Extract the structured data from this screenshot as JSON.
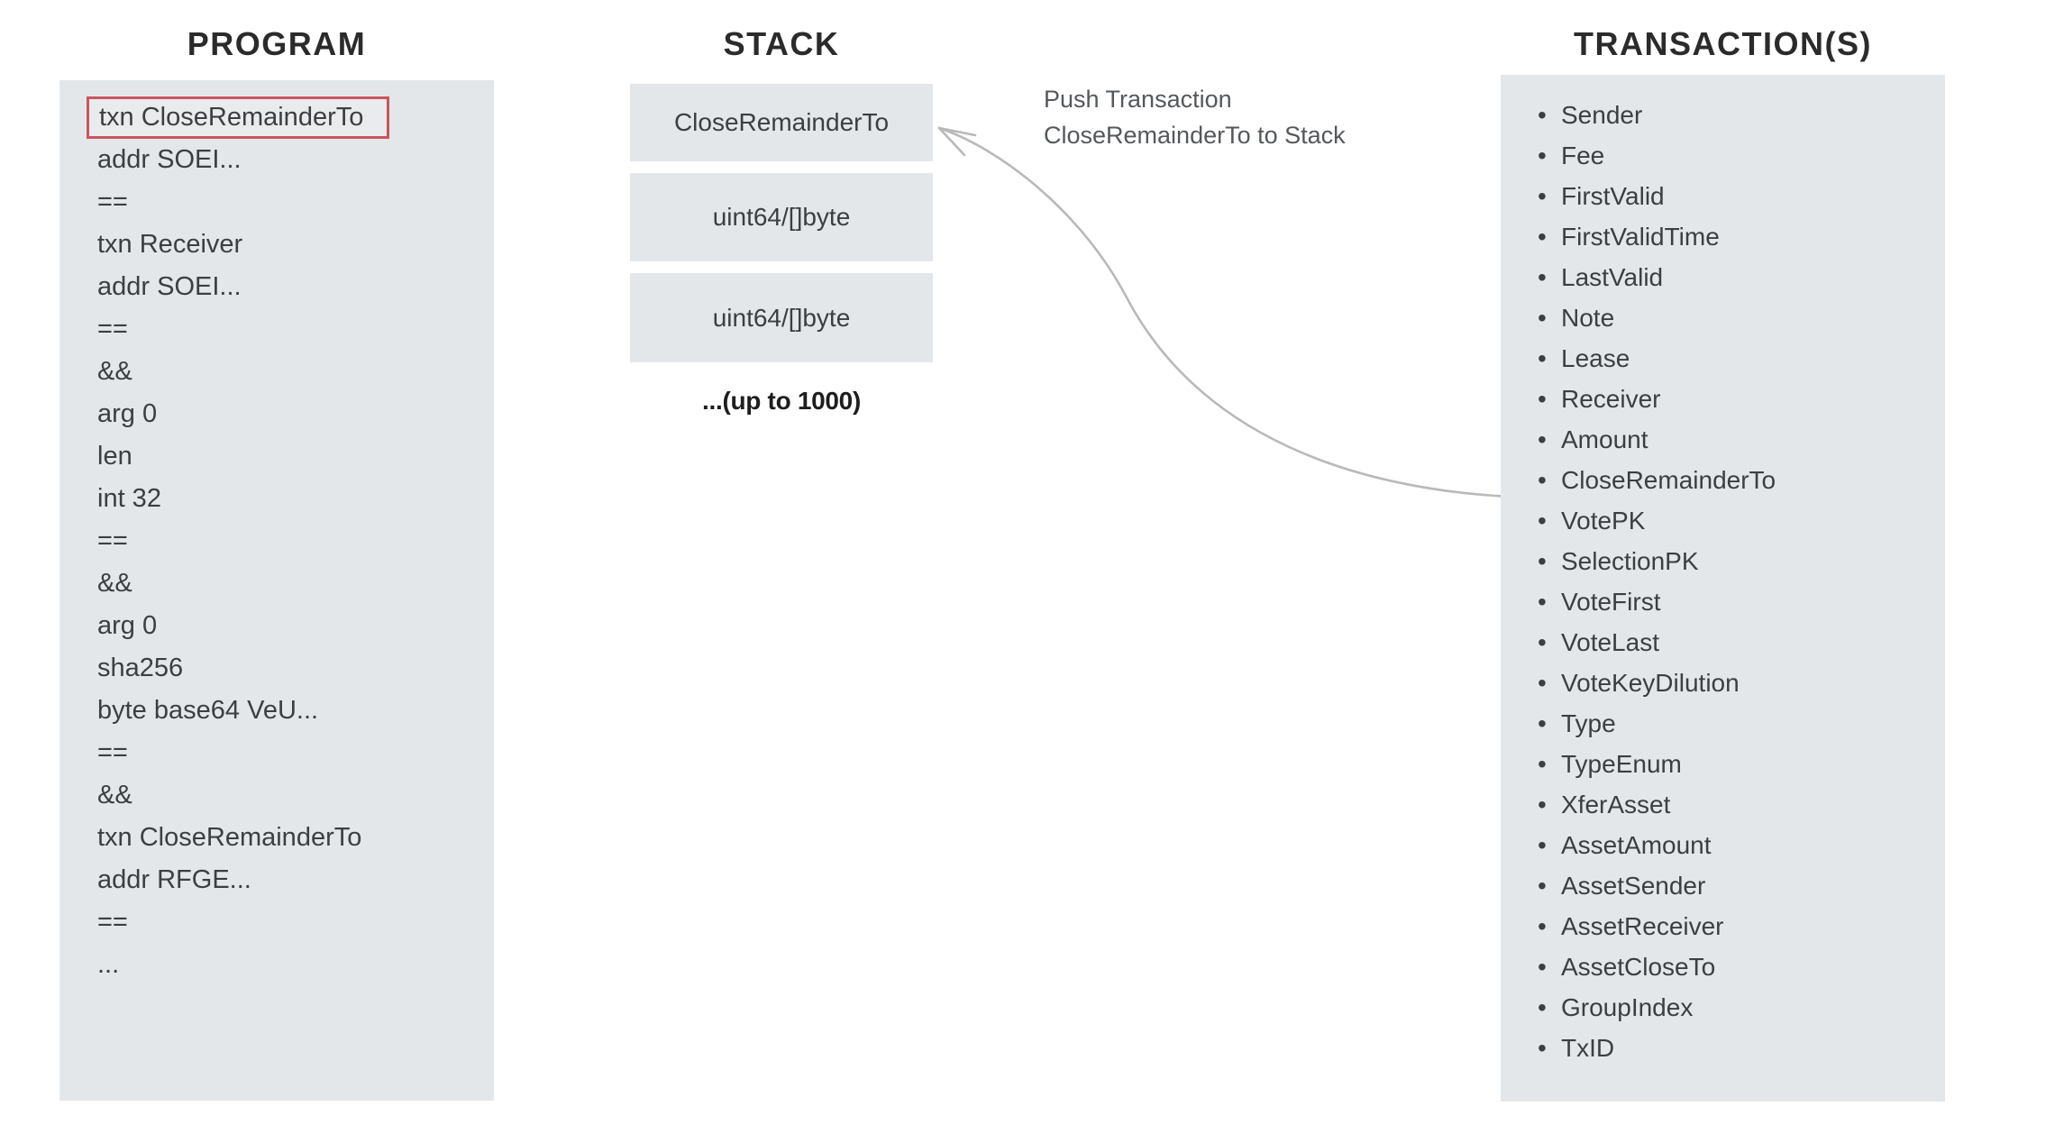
{
  "program": {
    "title": "PROGRAM",
    "lines": [
      {
        "text": "txn CloseRemainderTo",
        "highlighted": true
      },
      {
        "text": "addr SOEI...",
        "highlighted": false
      },
      {
        "text": "==",
        "highlighted": false
      },
      {
        "text": "txn Receiver",
        "highlighted": false
      },
      {
        "text": "addr SOEI...",
        "highlighted": false
      },
      {
        "text": "==",
        "highlighted": false
      },
      {
        "text": "&&",
        "highlighted": false
      },
      {
        "text": "arg 0",
        "highlighted": false
      },
      {
        "text": "len",
        "highlighted": false
      },
      {
        "text": "int 32",
        "highlighted": false
      },
      {
        "text": "==",
        "highlighted": false
      },
      {
        "text": "&&",
        "highlighted": false
      },
      {
        "text": "arg 0",
        "highlighted": false
      },
      {
        "text": "sha256",
        "highlighted": false
      },
      {
        "text": "byte base64 VeU...",
        "highlighted": false
      },
      {
        "text": "==",
        "highlighted": false
      },
      {
        "text": "&&",
        "highlighted": false
      },
      {
        "text": "txn CloseRemainderTo",
        "highlighted": false
      },
      {
        "text": "addr RFGE...",
        "highlighted": false
      },
      {
        "text": "==",
        "highlighted": false
      },
      {
        "text": "...",
        "highlighted": false
      }
    ]
  },
  "stack": {
    "title": "STACK",
    "slots": [
      {
        "label": "CloseRemainderTo"
      },
      {
        "label": "uint64/[]byte"
      },
      {
        "label": "uint64/[]byte"
      }
    ],
    "more_label": "...(up to 1000)"
  },
  "annotation": {
    "line1": "Push Transaction",
    "line2": "CloseRemainderTo to Stack"
  },
  "transactions": {
    "title": "TRANSACTION(S)",
    "bullet": "•",
    "fields": [
      "Sender",
      "Fee",
      "FirstValid",
      "FirstValidTime",
      "LastValid",
      "Note",
      "Lease",
      "Receiver",
      "Amount",
      "CloseRemainderTo",
      "VotePK",
      "SelectionPK",
      "VoteFirst",
      "VoteLast",
      "VoteKeyDilution",
      "Type",
      "TypeEnum",
      "XferAsset",
      "AssetAmount",
      "AssetSender",
      "AssetReceiver",
      "AssetCloseTo",
      "GroupIndex",
      "TxID"
    ]
  },
  "colors": {
    "panel_background": "#e4e7ea",
    "page_background": "#ffffff",
    "highlight_border": "#c9555f",
    "text": "#3c3f42",
    "title_text": "#2b2b2b",
    "annotation_text": "#55585b",
    "arrow": "#b9b9b9"
  }
}
